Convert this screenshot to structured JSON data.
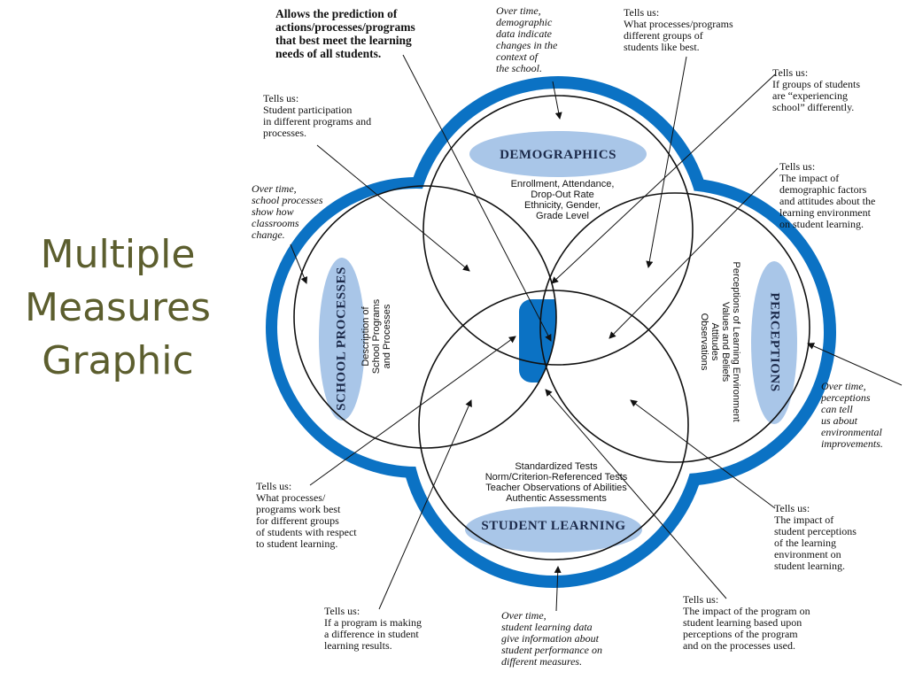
{
  "title": {
    "lines": [
      "Multiple",
      "Measures",
      "Graphic"
    ]
  },
  "colors": {
    "ring": "#0b72c4",
    "banner_fill": "#a9c6e8",
    "center": "#0b72c4",
    "title": "#5c5e2e"
  },
  "circles": {
    "demographics": {
      "name": "DEMOGRAPHICS",
      "measures": [
        "Enrollment, Attendance,",
        "Drop-Out Rate",
        "Ethnicity, Gender,",
        "Grade Level"
      ]
    },
    "school_processes": {
      "name": "SCHOOL PROCESSES",
      "measures": [
        "Description of",
        "School Programs",
        "and Processes"
      ]
    },
    "perceptions": {
      "name": "PERCEPTIONS",
      "measures": [
        "Perceptions of Learning Environment",
        "Values and Beliefs",
        "Attitudes",
        "Observations"
      ]
    },
    "student_learning": {
      "name": "STUDENT LEARNING",
      "measures": [
        "Standardized Tests",
        "Norm/Criterion-Referenced Tests",
        "Teacher Observations of Abilities",
        "Authentic Assessments"
      ]
    }
  },
  "annotations": {
    "prediction": [
      "Allows the prediction of",
      "actions/processes/programs",
      "that best meet the learning",
      "needs of all students."
    ],
    "demographic_over_time": [
      "Over time,",
      "demographic",
      "data indicate",
      "changes in the",
      "context of",
      "the school."
    ],
    "programs_groups_like": [
      "Tells us:",
      "What processes/programs",
      "different groups of",
      "students like best."
    ],
    "experiencing_school": [
      "Tells us:",
      "If groups of students",
      "are “experiencing",
      "school” differently."
    ],
    "student_participation": [
      "Tells us:",
      "Student participation",
      "in different programs and",
      "processes."
    ],
    "processes_over_time": [
      "Over time,",
      "school processes",
      "show how",
      "classrooms",
      "change."
    ],
    "demographic_factors": [
      "Tells us:",
      "The impact of",
      "demographic factors",
      "and attitudes about the",
      "learning environment",
      "on student learning."
    ],
    "perceptions_over_time": [
      "Over time,",
      "perceptions",
      "can tell",
      "us about",
      "environmental",
      "improvements."
    ],
    "processes_work_best": [
      "Tells us:",
      "What processes/",
      "programs work best",
      "for different groups",
      "of students with respect",
      "to student learning."
    ],
    "student_perceptions": [
      "Tells us:",
      "The impact of",
      "student perceptions",
      "of the learning",
      "environment on",
      "student learning."
    ],
    "program_difference": [
      "Tells us:",
      "If a program is making",
      "a difference in student",
      "learning results."
    ],
    "learning_over_time": [
      "Over time,",
      "student learning data",
      "give information about",
      "student performance on",
      "different measures."
    ],
    "program_impact": [
      "Tells us:",
      "The impact of the program on",
      "student learning based upon",
      "perceptions of the program",
      "and on the processes used."
    ]
  }
}
